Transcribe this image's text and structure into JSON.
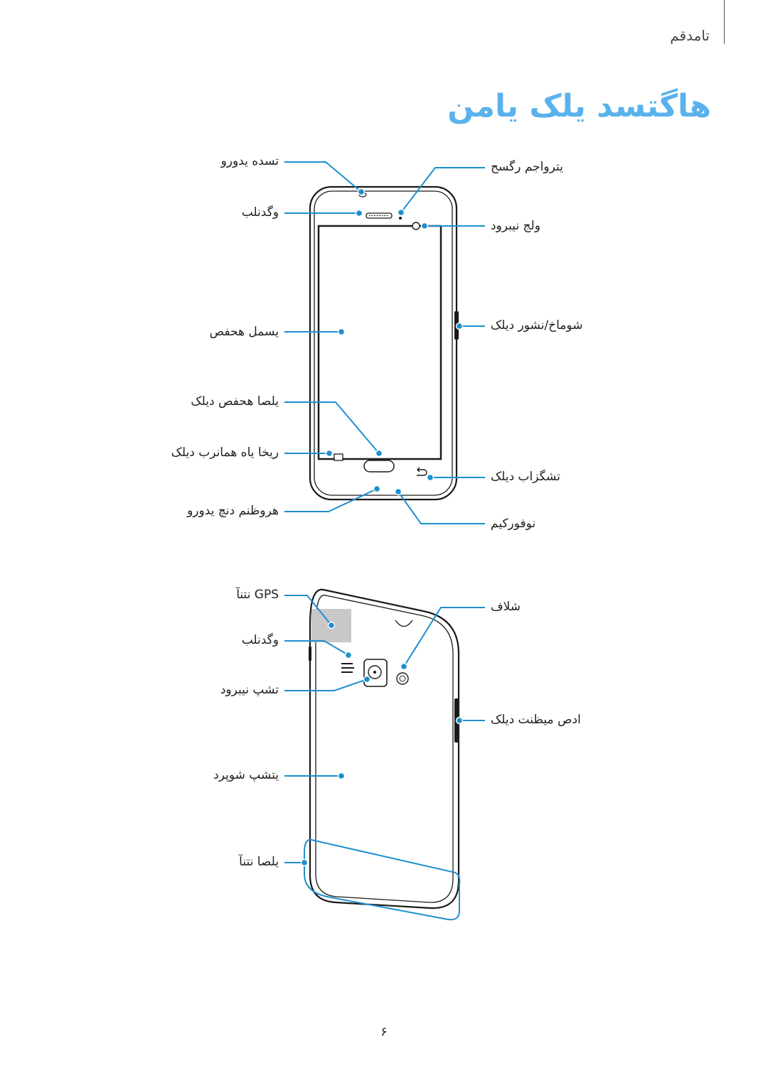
{
  "header": {
    "section": "تامدقم"
  },
  "title": "هاگتسد یلک یامن",
  "front_view": {
    "labels_left": [
      "تسده یدورو",
      "وگدنلب",
      "یسمل هحفص",
      "یلصا هحفص دیلک",
      "ریخا یاه همانرب دیلک",
      "هروظنم دنچ یدورو"
    ],
    "labels_right": [
      "یتروا‌جم رگسح",
      "ولج نیبرود",
      "شوماخ/نشور دیلک",
      "تشگزاب دیلک",
      "نوفورکیم"
    ]
  },
  "back_view": {
    "labels_left": [
      "GPS نتنآ",
      "وگدنلب",
      "تشپ نیبرود",
      "یتشپ شوپرد",
      "یلصا نتنآ"
    ],
    "labels_right": [
      "شلاف",
      "ادص میظنت دیلک"
    ]
  },
  "colors": {
    "accent": "#5ab2ec",
    "callout": "#1d8fcf"
  },
  "page_number": "۶"
}
